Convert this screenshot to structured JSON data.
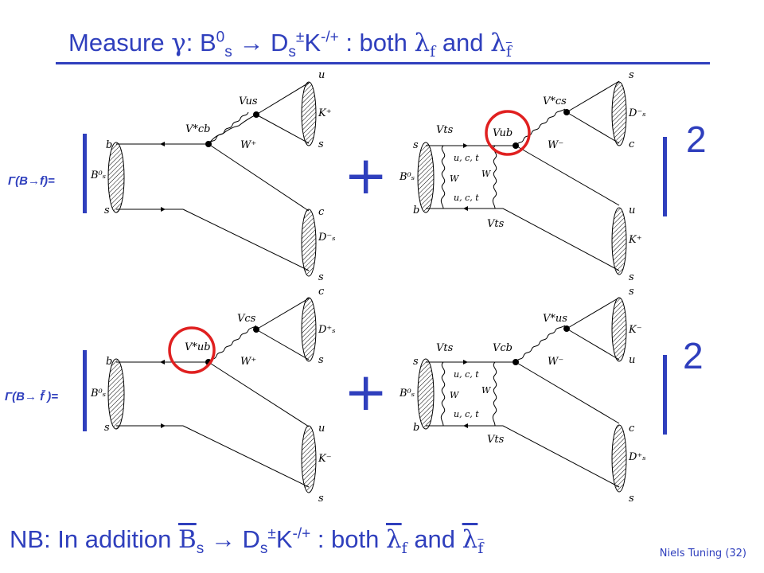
{
  "title": {
    "prefix": "Measure ",
    "gamma": "γ",
    "colon": ":  B",
    "b_sup": "0",
    "b_sub": "s",
    "arrow": " → D",
    "ds_sub": "s",
    "pm": "±",
    "k": "K",
    "k_sup": "-/+",
    "colon2": " : both ",
    "lambda": "λ",
    "f_sub": "f",
    "and": " and ",
    "lambda2": "λ",
    "fbar_sub": "f"
  },
  "rows": [
    {
      "label": "Γ(B→f)=",
      "exponent": "2",
      "plus": "+"
    },
    {
      "label": "Γ(B→ f̄ )=",
      "exponent": "2",
      "plus": "+"
    }
  ],
  "diagrams": {
    "tl": {
      "b": "b",
      "bs": "B⁰ₛ",
      "s": "s",
      "u": "u",
      "kplus": "K⁺",
      "s2": "s",
      "c": "c",
      "ds": "D⁻ₛ",
      "s3": "s",
      "vus": "Vus",
      "vcb": "V*cb",
      "w": "W⁺"
    },
    "tr": {
      "s": "s",
      "bs": "B⁰ₛ",
      "b": "b",
      "vts": "Vts",
      "vub": "Vub",
      "vts2": "Vts",
      "uct": "u, c, t",
      "uct2": "u, c, t",
      "w1": "W",
      "w2": "W",
      "s2": "s",
      "ds": "D⁻ₛ",
      "c": "c",
      "vcs": "V*cs",
      "wm": "W⁻",
      "u": "u",
      "kplus": "K⁺",
      "s3": "s"
    },
    "bl": {
      "b": "b",
      "bs": "B⁰ₛ",
      "s": "s",
      "c": "c",
      "dsplus": "D⁺ₛ",
      "s2": "s",
      "u": "u",
      "kminus": "K⁻",
      "s3": "s",
      "vcs": "Vcs",
      "vub": "V*ub",
      "w": "W⁺"
    },
    "br": {
      "s": "s",
      "bs": "B⁰ₛ",
      "b": "b",
      "vts": "Vts",
      "vcb": "Vcb",
      "vts2": "Vts",
      "uct": "u, c, t",
      "uct2": "u, c, t",
      "w1": "W",
      "w2": "W",
      "s2": "s",
      "kminus": "K⁻",
      "u": "u",
      "vus": "V*us",
      "wm": "W⁻",
      "c": "c",
      "dsplus": "D⁺ₛ",
      "s3": "s"
    }
  },
  "nb": {
    "prefix": "NB:  In addition  ",
    "bbar": "B",
    "bs_sub": "s",
    "arrow": " → D",
    "ds_sub": "s",
    "pm": "±",
    "k": "K",
    "k_sup": "-/+",
    "colon": " : both  ",
    "lambda": "λ",
    "f_sub": "f",
    "and": " and  ",
    "lambda2": "λ",
    "fbar_sub": "f"
  },
  "credit": "Niels Tuning (32)",
  "colors": {
    "accent": "#2f3fbd",
    "highlight": "#e02020"
  }
}
